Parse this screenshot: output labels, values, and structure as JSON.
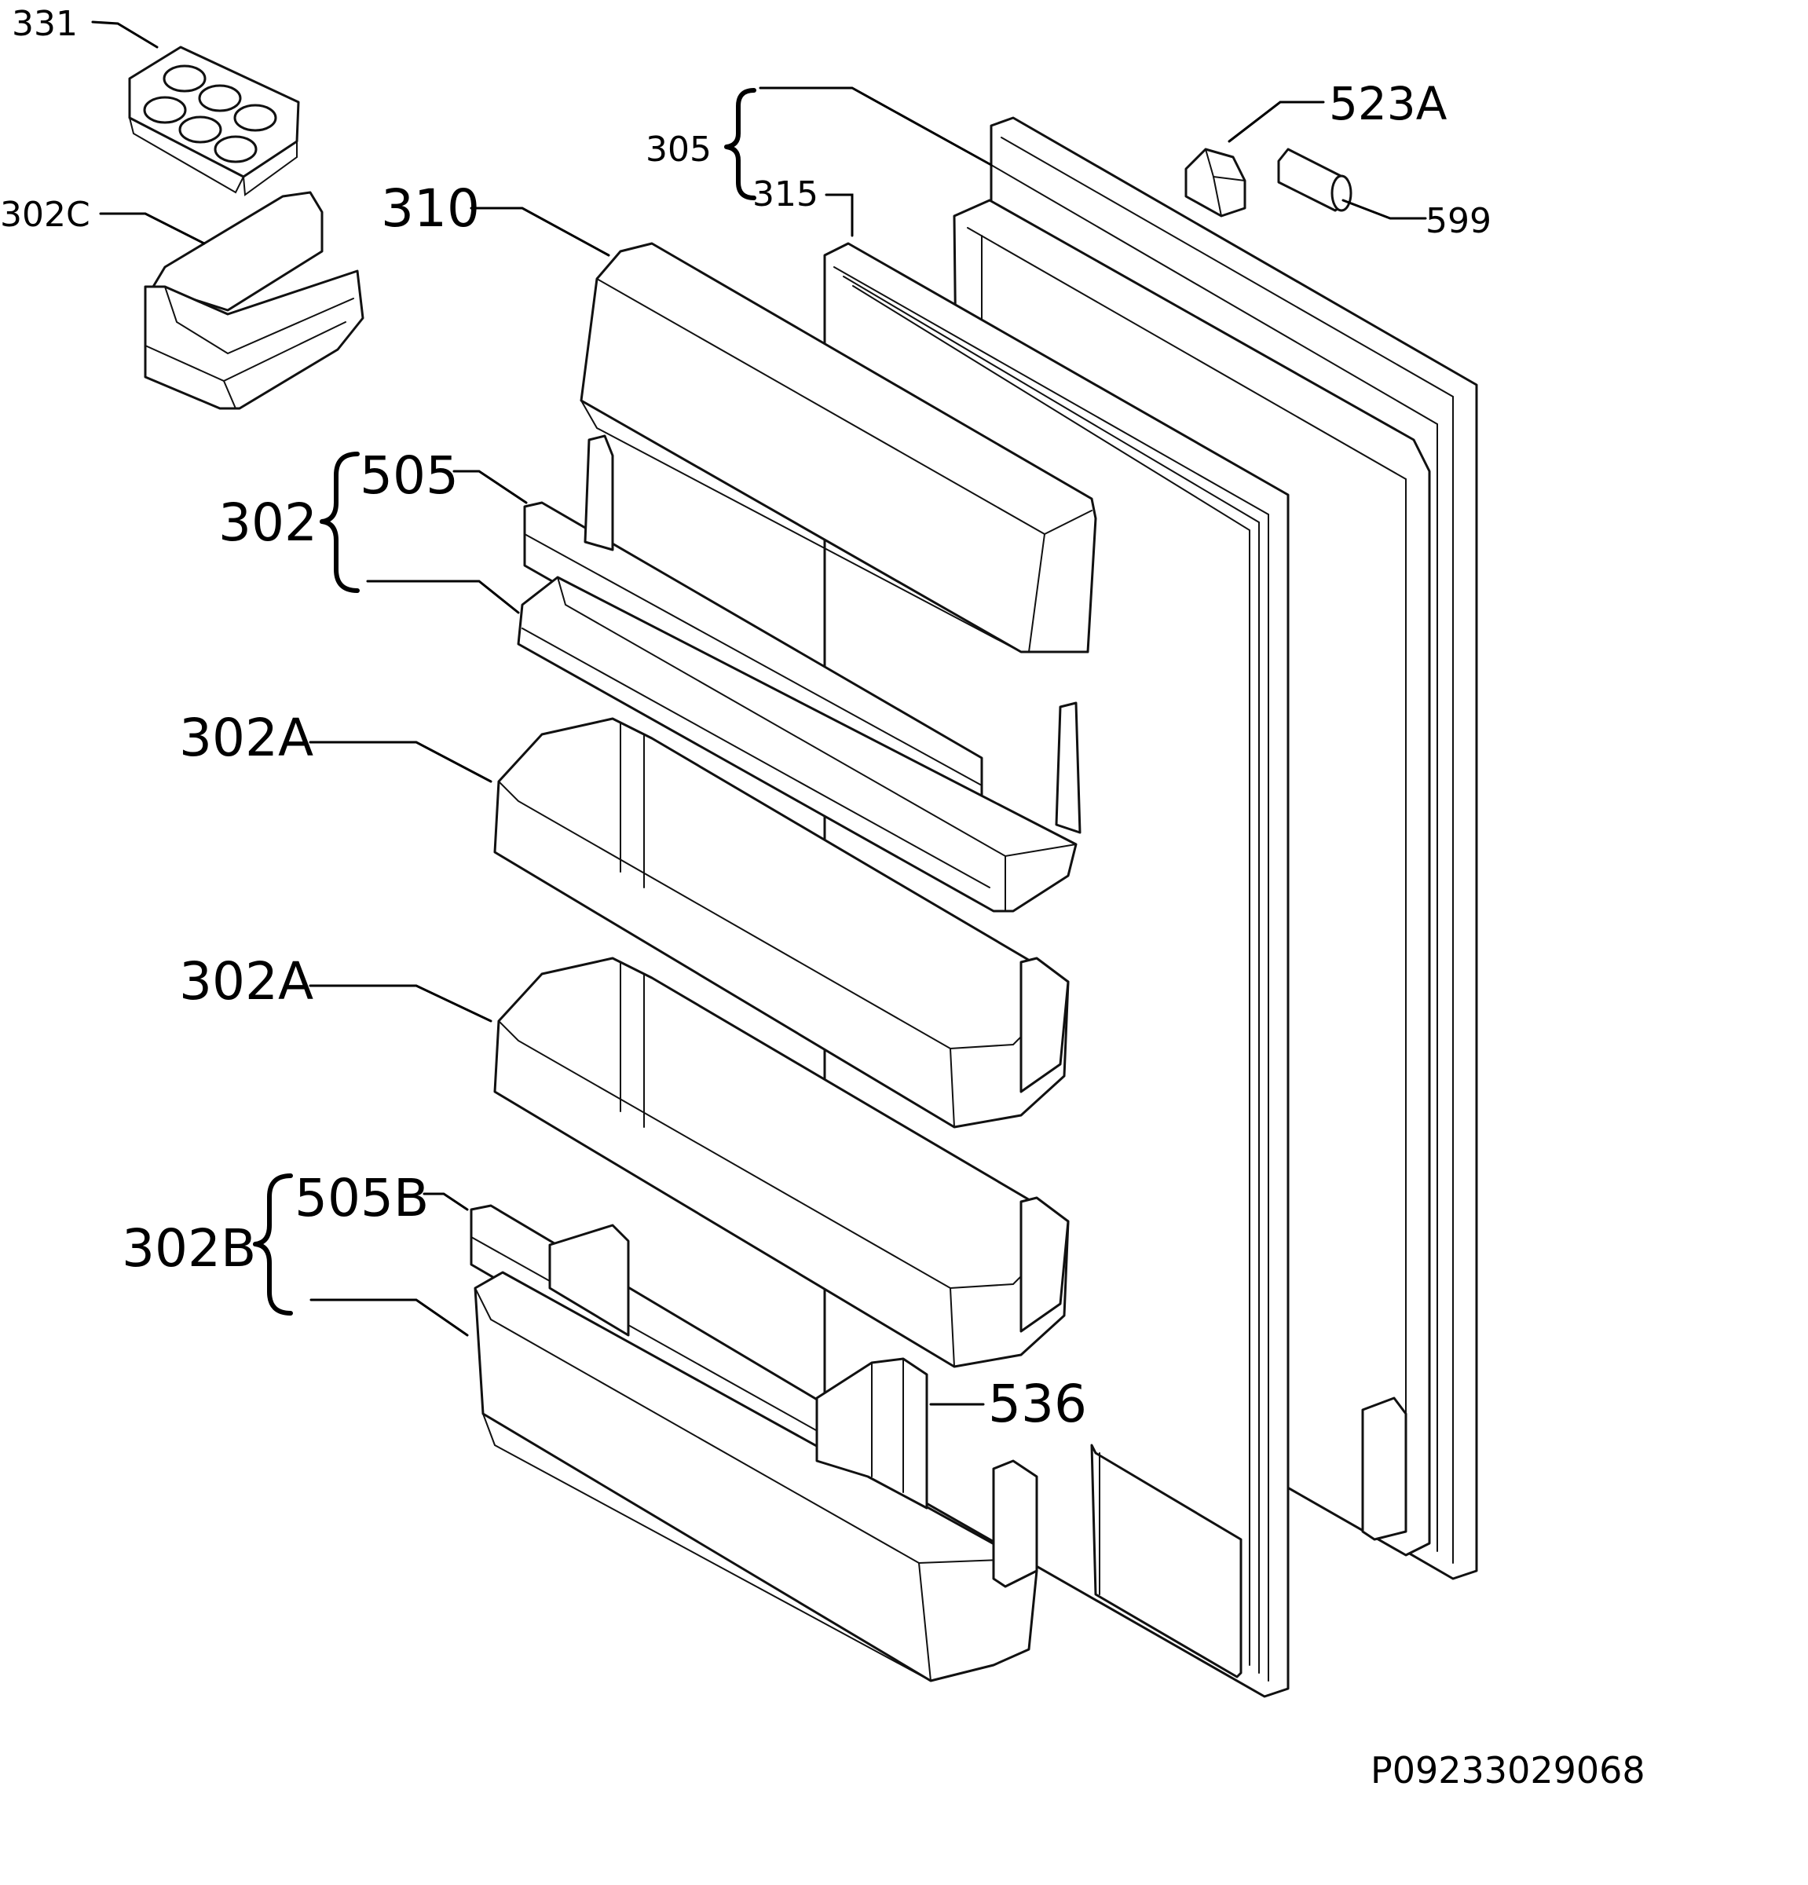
{
  "labels": {
    "l331": "331",
    "l302c": "302C",
    "l310": "310",
    "l305": "305",
    "l315": "315",
    "l523a": "523A",
    "l599": "599",
    "l302": "302",
    "l505": "505",
    "l302a_1": "302A",
    "l302a_2": "302A",
    "l302b": "302B",
    "l505b": "505B",
    "l536": "536"
  },
  "document_id": "P09233029068"
}
